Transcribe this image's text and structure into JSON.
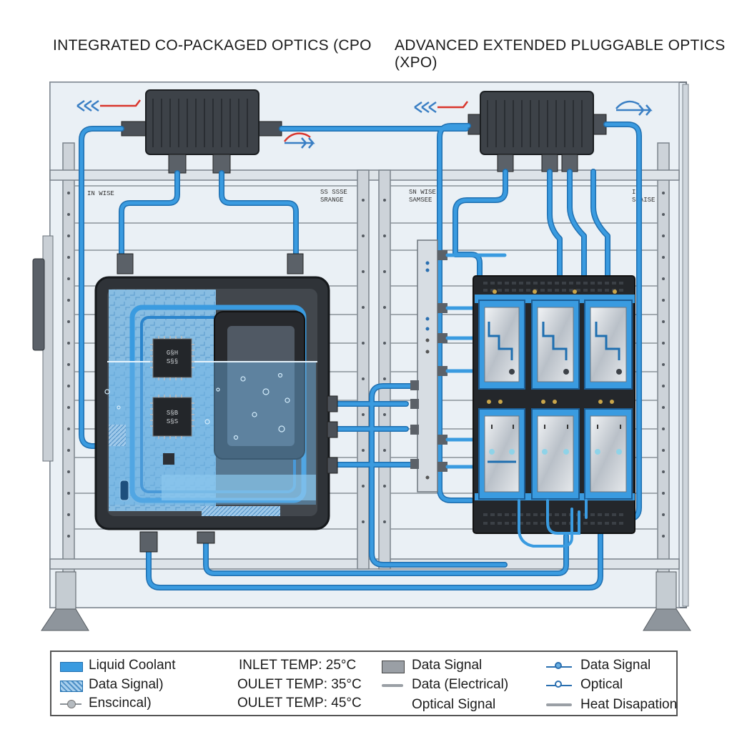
{
  "titles": {
    "left": "INTEGRATED CO-PACKAGED OPTICS (CPO",
    "right": "ADVANCED EXTENDED PLUGGABLE OPTICS (XPO)"
  },
  "rack_labels": {
    "left_a": "IN WISE",
    "left_b": "SS SSSE",
    "left_b2": "SRANGE",
    "right_a": "SN WISE",
    "right_a2": "SAMSEE",
    "right_b": "IN",
    "right_b2": "SRAISE"
  },
  "chips": {
    "chip1": "G§H\nS§§",
    "chip2": "S§B\nS§S"
  },
  "legend": {
    "col1": [
      "Liquid Coolant",
      "Data Signal)",
      "Enscincal)"
    ],
    "col2": [
      "INLET TEMP: 25°C",
      "OULET TEMP: 35°C",
      "OULET TEMP: 45°C"
    ],
    "col3": [
      "Data Signal",
      "Data (Electrical)",
      "Optical Signal"
    ],
    "col4": [
      "Data Signal",
      "Optical",
      "Heat Disapation"
    ]
  },
  "colors": {
    "coolant": "#3a9be0",
    "coolant_dark": "#1f6fb0",
    "frame": "#8d949c",
    "panel": "#e9eef3",
    "board": "#2b2e33",
    "signal_red": "#d9352c"
  }
}
